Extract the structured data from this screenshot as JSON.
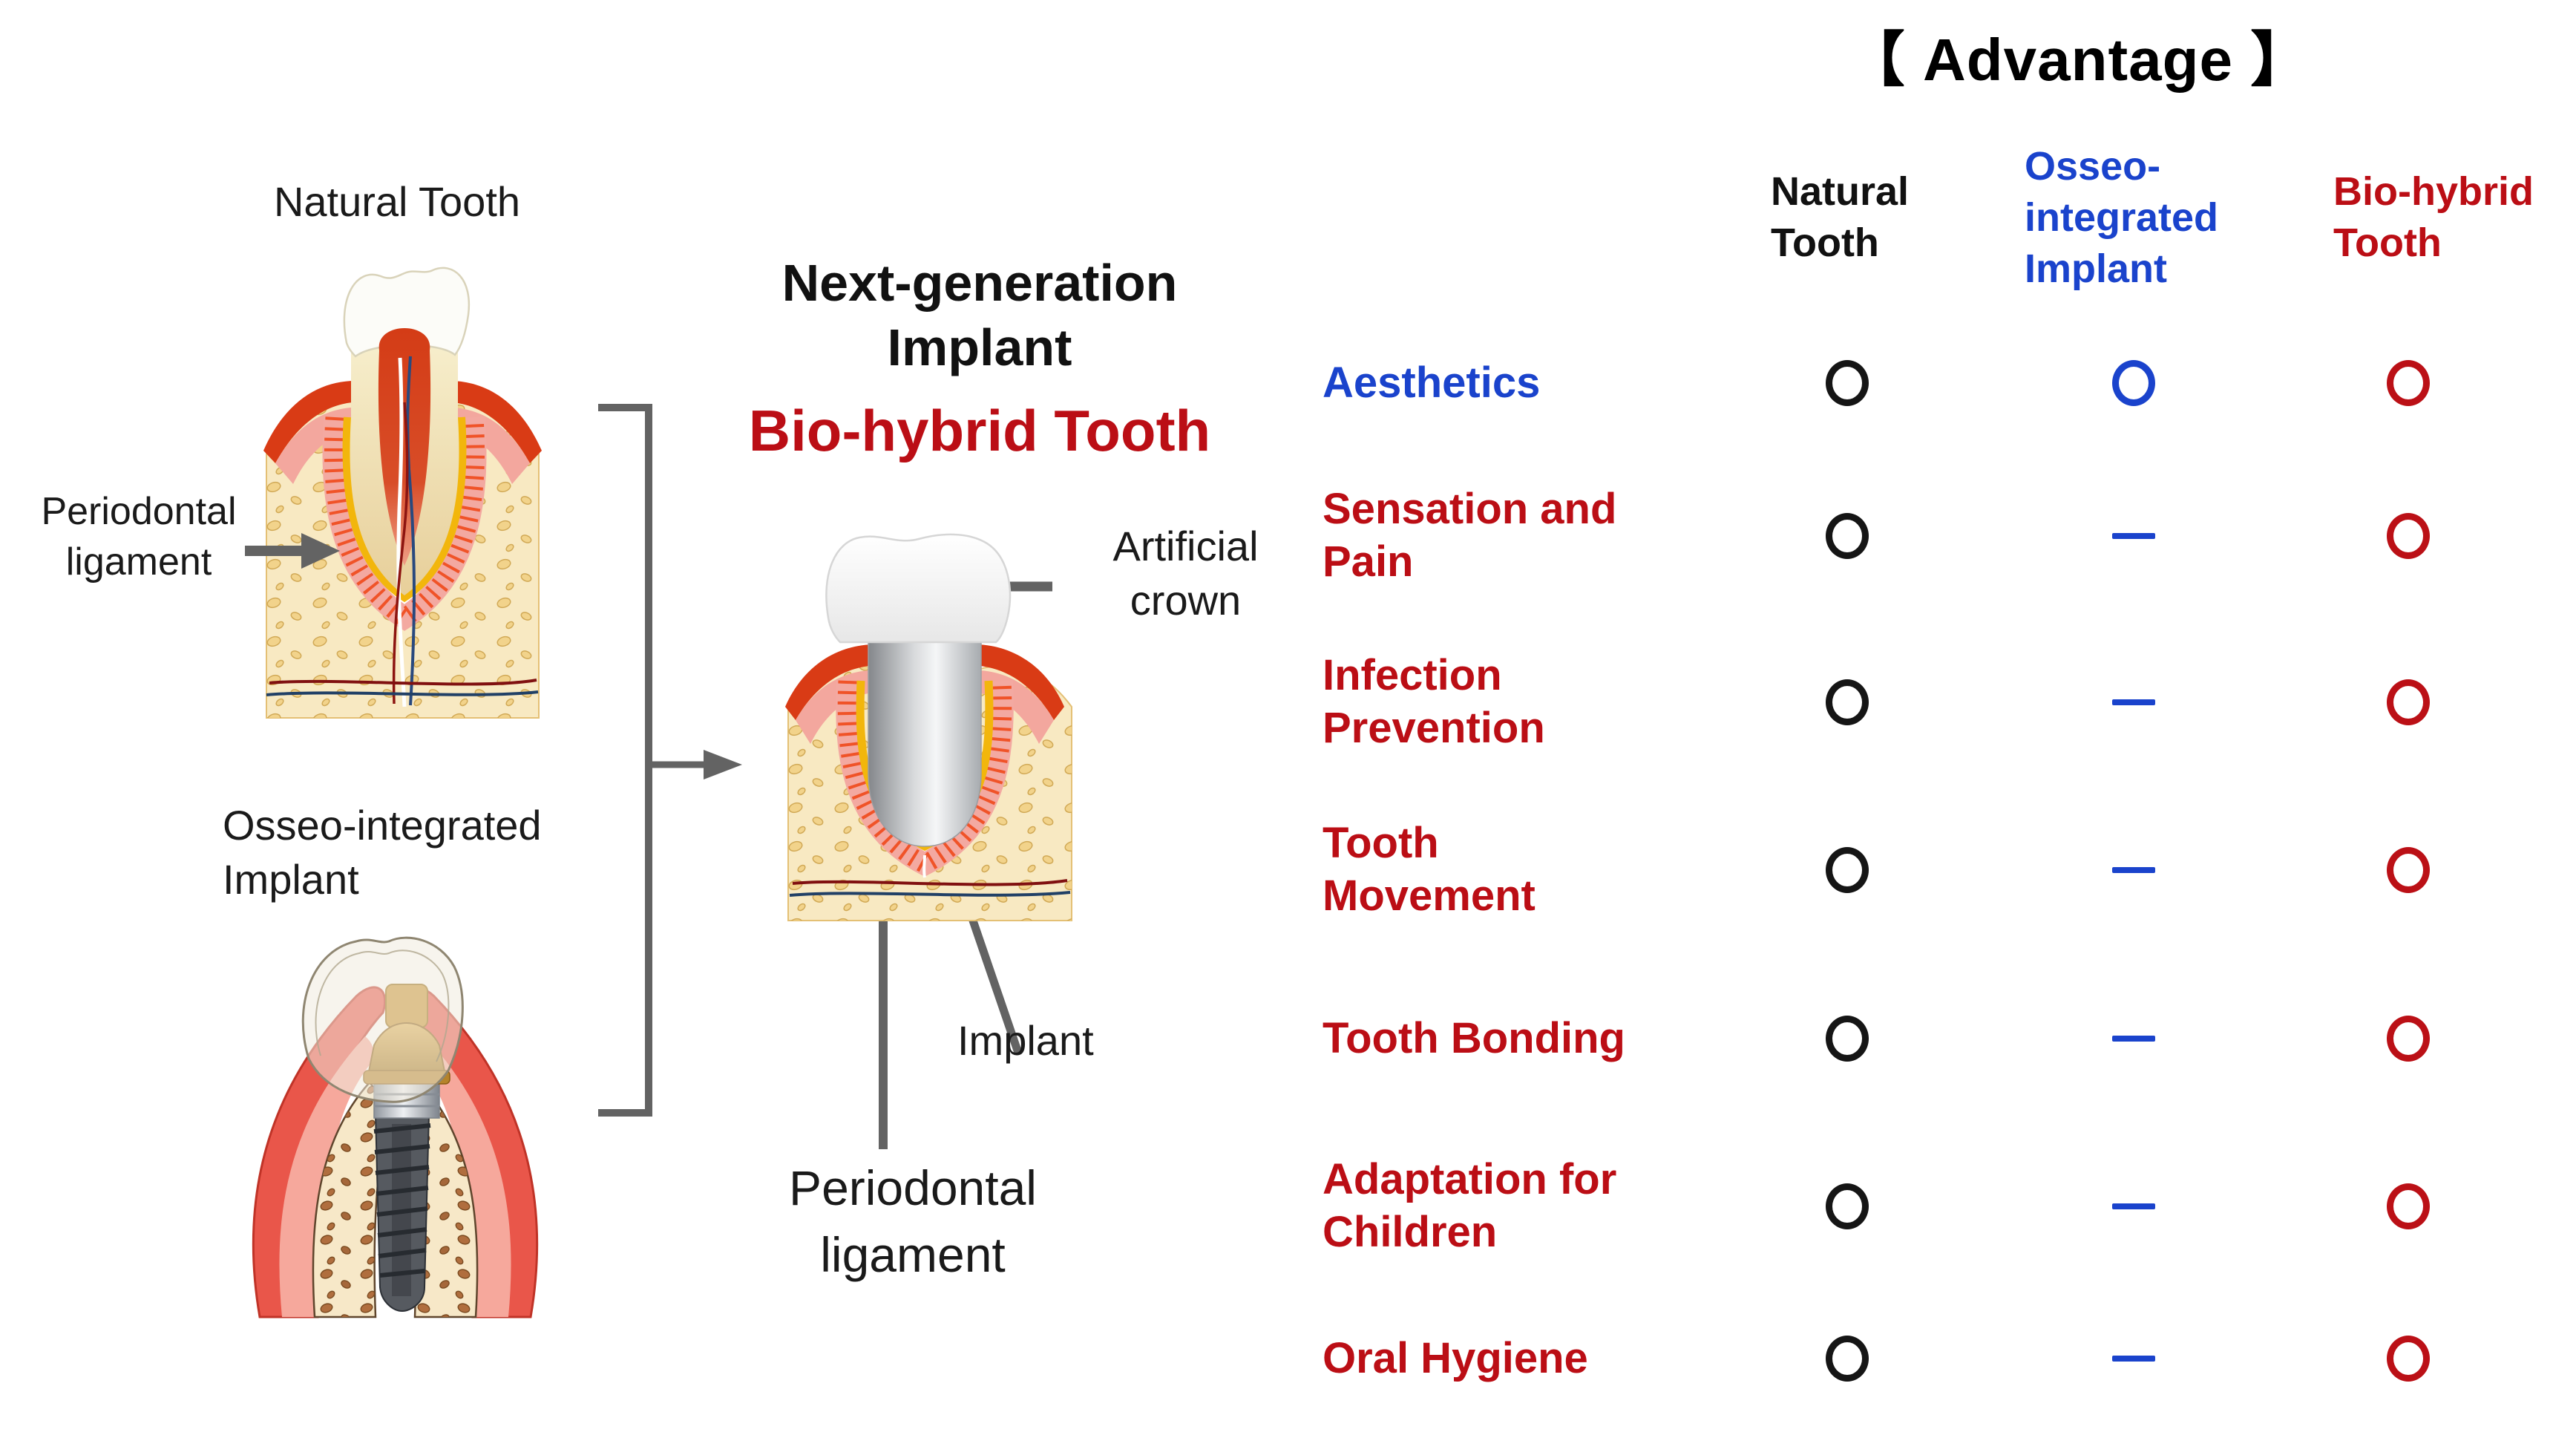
{
  "diagram": {
    "natural_tooth_label": "Natural Tooth",
    "left_periodontal_label": "Periodontal\nligament",
    "osseo_implant_label": "Osseo-integrated\nImplant",
    "center_heading": "Next-generation\nImplant",
    "center_subheading": "Bio-hybrid Tooth",
    "artificial_crown_label": "Artificial\ncrown",
    "implant_pointer_label": "Implant",
    "center_periodontal_label": "Periodontal\nligament"
  },
  "advantage_table": {
    "title": "【 Advantage 】",
    "columns": [
      {
        "id": "natural",
        "label": "Natural\nTooth",
        "color": "#111111"
      },
      {
        "id": "osseo",
        "label": "Osseo-\nintegrated\nImplant",
        "color": "#1a43cc"
      },
      {
        "id": "biohybrid",
        "label": "Bio-hybrid\nTooth",
        "color": "#bb0e15"
      }
    ],
    "rows": [
      {
        "label": "Aesthetics",
        "cells": [
          "circle",
          "circle",
          "circle"
        ]
      },
      {
        "label": "Sensation and\nPain",
        "cells": [
          "circle",
          "dash",
          "circle"
        ]
      },
      {
        "label": "Infection\nPrevention",
        "cells": [
          "circle",
          "dash",
          "circle"
        ]
      },
      {
        "label": "Tooth\nMovement",
        "cells": [
          "circle",
          "dash",
          "circle"
        ]
      },
      {
        "label": "Tooth Bonding",
        "cells": [
          "circle",
          "dash",
          "circle"
        ]
      },
      {
        "label": "Adaptation for\nChildren",
        "cells": [
          "circle",
          "dash",
          "circle"
        ]
      },
      {
        "label": "Oral Hygiene",
        "cells": [
          "circle",
          "dash",
          "circle"
        ]
      }
    ],
    "legend": {
      "circle_meaning": "advantage-present-circle",
      "dash_meaning": "not-available-dash"
    }
  },
  "icons": {
    "pointer_arrows": "gray-pointer-arrow",
    "bracket": "grouping-bracket"
  },
  "colors": {
    "accent_blue": "#1a43cc",
    "accent_red": "#bb0e15",
    "arrow_gray": "#636363",
    "bone": "#f8e9c2",
    "gum_red": "#d93b15",
    "gum_pink": "#f3a79e",
    "ligament_pink": "#f3a9a1",
    "cementum_yellow": "#f2b60c",
    "pulp_red": "#d43c16",
    "implant_silver": "#c9cdd1",
    "screw_dark": "#565a60"
  }
}
